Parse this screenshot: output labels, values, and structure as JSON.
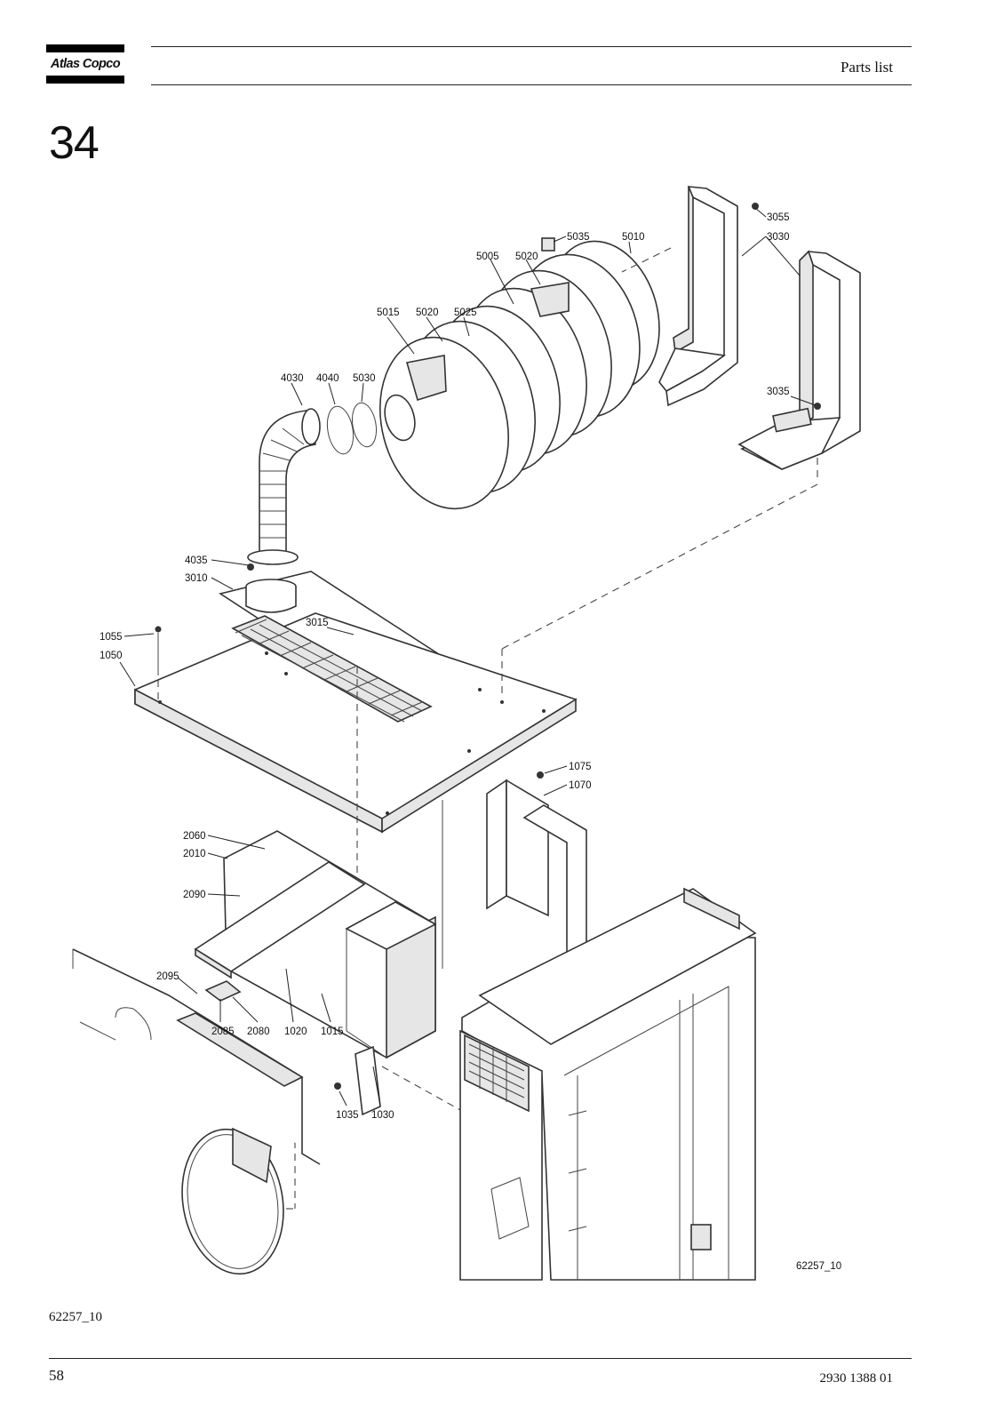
{
  "header": {
    "brand": "Atlas Copco",
    "section": "Parts list"
  },
  "chapter_number": "34",
  "figure": {
    "code_in_drawing": "62257_10",
    "code_below": "62257_10",
    "callouts": [
      {
        "id": "3055",
        "text": "3055"
      },
      {
        "id": "3030",
        "text": "3030"
      },
      {
        "id": "5035",
        "text": "5035"
      },
      {
        "id": "5010",
        "text": "5010"
      },
      {
        "id": "5005",
        "text": "5005"
      },
      {
        "id": "5020a",
        "text": "5020"
      },
      {
        "id": "5015",
        "text": "5015"
      },
      {
        "id": "5020b",
        "text": "5020"
      },
      {
        "id": "5025",
        "text": "5025"
      },
      {
        "id": "4030",
        "text": "4030"
      },
      {
        "id": "4040",
        "text": "4040"
      },
      {
        "id": "5030",
        "text": "5030"
      },
      {
        "id": "3035",
        "text": "3035"
      },
      {
        "id": "4035",
        "text": "4035"
      },
      {
        "id": "3010",
        "text": "3010"
      },
      {
        "id": "3015",
        "text": "3015"
      },
      {
        "id": "1055",
        "text": "1055"
      },
      {
        "id": "1050",
        "text": "1050"
      },
      {
        "id": "1075",
        "text": "1075"
      },
      {
        "id": "1070",
        "text": "1070"
      },
      {
        "id": "2060",
        "text": "2060"
      },
      {
        "id": "2010",
        "text": "2010"
      },
      {
        "id": "2090",
        "text": "2090"
      },
      {
        "id": "2095",
        "text": "2095"
      },
      {
        "id": "2085",
        "text": "2085"
      },
      {
        "id": "2080",
        "text": "2080"
      },
      {
        "id": "1020",
        "text": "1020"
      },
      {
        "id": "1015",
        "text": "1015"
      },
      {
        "id": "1035",
        "text": "1035"
      },
      {
        "id": "1030",
        "text": "1030"
      }
    ]
  },
  "footer": {
    "page_number": "58",
    "document_number": "2930 1388 01"
  }
}
